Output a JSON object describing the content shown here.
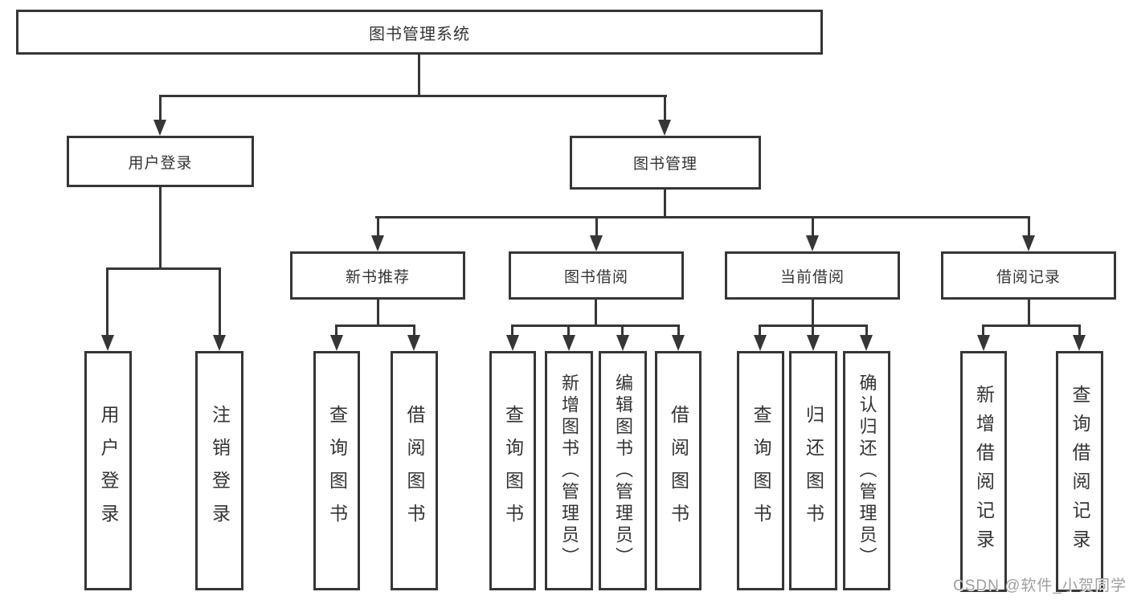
{
  "title": "图书管理系统",
  "level2": {
    "user_login": "用户登录",
    "book_mgmt": "图书管理"
  },
  "level3": {
    "new_books": "新书推荐",
    "borrowing": "图书借阅",
    "current": "当前借阅",
    "records": "借阅记录"
  },
  "leaves": {
    "user_login": [
      "用户登录",
      "注销登录"
    ],
    "new_books": [
      "查询图书",
      "借阅图书"
    ],
    "borrowing": [
      "查询图书",
      "新增图书（管理员）",
      "编辑图书（管理员）",
      "借阅图书"
    ],
    "current": [
      "查询图书",
      "归还图书",
      "确认归还（管理员）"
    ],
    "records": [
      "新增借阅记录",
      "查询借阅记录"
    ]
  },
  "watermark": "CSDN @软件_小贺同学",
  "colors": {
    "line": "#363636",
    "text": "#333333",
    "watermark": "#9e9e9e",
    "background": "#ffffff"
  }
}
